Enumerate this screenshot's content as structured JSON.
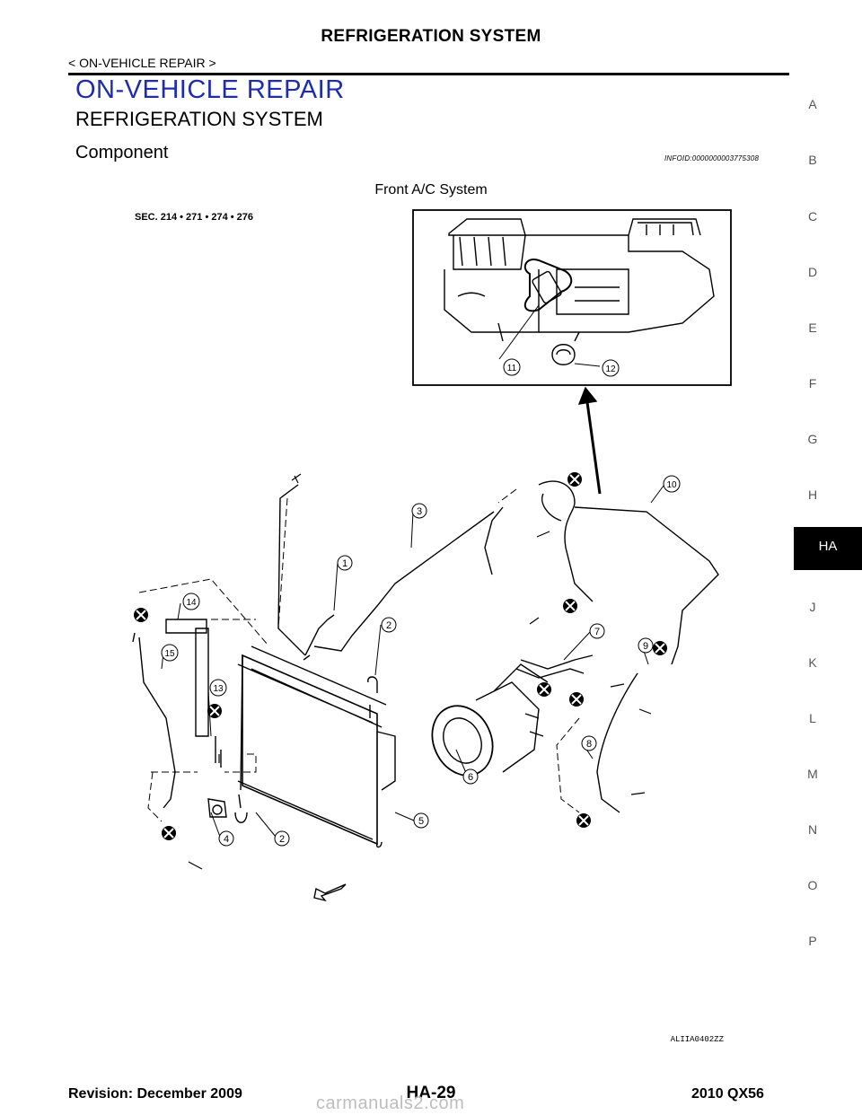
{
  "header": {
    "title": "REFRIGERATION SYSTEM",
    "breadcrumb": "< ON-VEHICLE REPAIR >"
  },
  "content": {
    "section_title": "ON-VEHICLE REPAIR",
    "subsection_title": "REFRIGERATION SYSTEM",
    "component_title": "Component",
    "info_id": "INFOID:0000000003775308",
    "figure_caption": "Front A/C System"
  },
  "figure": {
    "section_codes": "SEC. 214 • 271 • 274 • 276",
    "image_code": "ALIIA0402ZZ",
    "callouts": [
      "1",
      "2",
      "3",
      "4",
      "5",
      "6",
      "7",
      "8",
      "9",
      "10",
      "11",
      "12",
      "13",
      "14",
      "15"
    ]
  },
  "side_index": {
    "letters": [
      "A",
      "B",
      "C",
      "D",
      "E",
      "F",
      "G",
      "H",
      "J",
      "K",
      "L",
      "M",
      "N",
      "O",
      "P"
    ],
    "active": "HA"
  },
  "footer": {
    "revision": "Revision: December 2009",
    "page": "HA-29",
    "model": "2010 QX56",
    "watermark": "carmanuals2.com"
  }
}
